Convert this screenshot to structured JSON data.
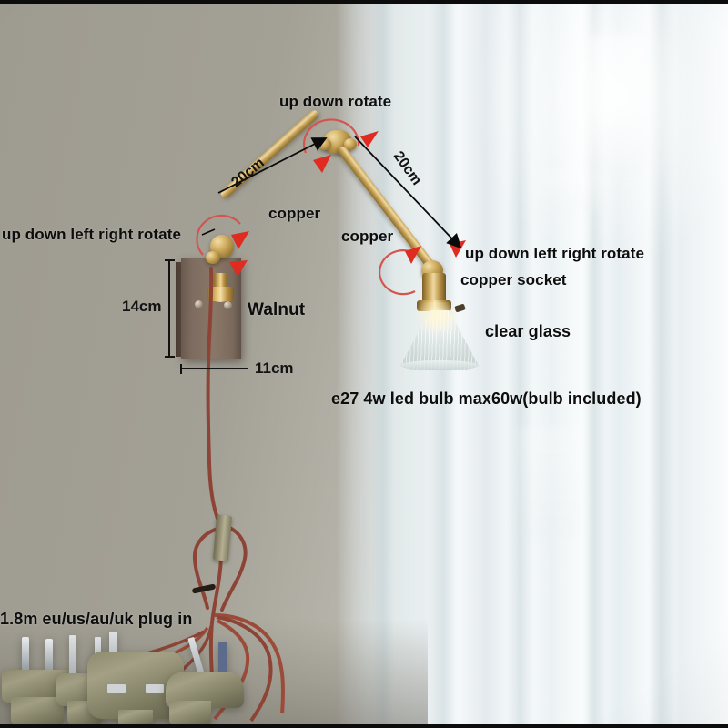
{
  "image": {
    "subject": "Adjustable swing-arm wall lamp with walnut backplate, brass arms and clear ribbed glass shade",
    "scene": "Product photo against a grey wall with a bright white sheer curtain on the right"
  },
  "annotations": {
    "up_down_rotate": "up down rotate",
    "up_down_left_right_rotate_left": "up down left right rotate",
    "up_down_left_right_rotate_right": "up down left right rotate",
    "copper_socket": "copper socket",
    "copper_left": "copper",
    "copper_right": "copper",
    "walnut": "Walnut",
    "clear_glass": "clear glass",
    "bulb_spec": "e27 4w led bulb max60w(bulb included)",
    "plug_spec": "1.8m eu/us/au/uk plug in"
  },
  "dimensions": {
    "upper_arm": "20cm",
    "lower_arm": "20cm",
    "plate_height": "14cm",
    "plate_width": "11cm"
  },
  "colors": {
    "arrow_red": "#e02b20",
    "rotation_arc": "#d4554e",
    "leader_line": "#0a0a0a",
    "label_text": "#0d0d0d",
    "wall": "#9b998f",
    "curtain": "#f4f8f9",
    "brass": "#c9a558",
    "walnut_wood": "#7d6c5f",
    "cord": "#8d4436",
    "plug_body": "#8d8b6e",
    "glass": "#e8efee"
  },
  "icons": {
    "arrow": "red-triangle-arrow-icon",
    "arc": "rotation-arc-icon",
    "leader": "leader-line-icon",
    "dimension": "dimension-line-icon"
  },
  "parts": {
    "backplate": "walnut-backplate",
    "wall_joint": "brass-wall-joint",
    "elbow_joint": "brass-elbow-joint",
    "socket_joint": "brass-socket-joint",
    "upper_arm": "brass-arm-upper",
    "lower_arm": "brass-arm-lower",
    "socket": "copper-socket",
    "shade": "clear-glass-shade",
    "cord": "fabric-cord",
    "switch": "inline-switch",
    "plugs": [
      "eu-plug",
      "us-plug",
      "uk-plug",
      "au-plug"
    ]
  }
}
